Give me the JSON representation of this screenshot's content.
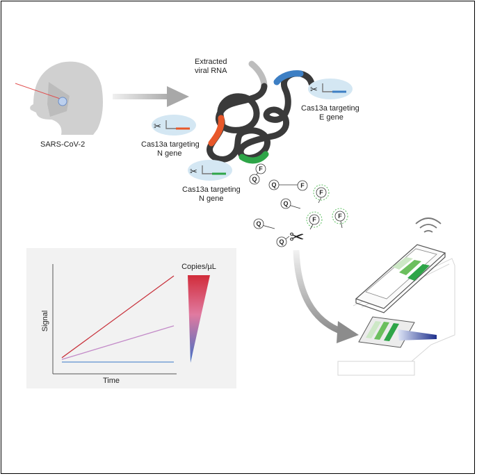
{
  "labels": {
    "sars_cov_2": "SARS-CoV-2",
    "extracted_rna_line1": "Extracted",
    "extracted_rna_line2": "viral RNA",
    "cas_e_line1": "Cas13a targeting",
    "cas_e_line2": "E gene",
    "cas_n1_line1": "Cas13a targeting",
    "cas_n1_line2": "N gene",
    "cas_n2_line1": "Cas13a targeting",
    "cas_n2_line2": "N gene"
  },
  "reporter": {
    "quencher_letter": "Q",
    "fluor_letter": "F"
  },
  "colors": {
    "e_gene": "#3d7fc4",
    "n_gene_orange": "#e8582a",
    "n_gene_green": "#2ea548",
    "signal_high": "#c8323c",
    "signal_mid": "#c38ac8",
    "signal_low": "#5b8fd0",
    "rna": "#3a3a3a",
    "chart_panel": "#f2f2f2"
  },
  "chart_data": {
    "type": "line",
    "xlabel": "Time",
    "ylabel": "Signal",
    "legend_title": "Copies/µL",
    "legend_type": "color gradient wedge (high at top, low at bottom)",
    "legend_placement": "right",
    "series": [
      {
        "color": "#c8323c",
        "x": [
          0,
          1
        ],
        "y": [
          0.05,
          1.0
        ]
      },
      {
        "color": "#c38ac8",
        "x": [
          0,
          1
        ],
        "y": [
          0.03,
          0.42
        ]
      },
      {
        "color": "#5b8fd0",
        "x": [
          0,
          1
        ],
        "y": [
          0.0,
          0.0
        ]
      }
    ]
  }
}
